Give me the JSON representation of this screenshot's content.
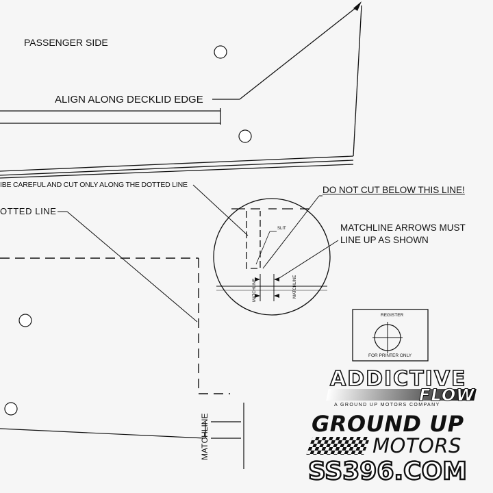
{
  "labels": {
    "passenger_side": "PASSENGER SIDE",
    "align_edge": "ALIGN ALONG DECKLID EDGE",
    "be_careful": "IBE CAREFUL AND CUT ONLY ALONG THE DOTTED LINE",
    "dotted_line": "OTTED LINE",
    "do_not_cut": "DO NOT CUT BELOW THIS LINE!",
    "matchline_arrows_1": "MATCHLINE ARROWS MUST",
    "matchline_arrows_2": "LINE UP AS SHOWN",
    "slit": "SLIT",
    "matchline_small": "MATCHLINE",
    "matchline": "MATCHLINE",
    "register": "REGISTER",
    "for_printer": "FOR PRINTER ONLY"
  },
  "logos": {
    "addictive": "ADDICTIVE",
    "flow": "FLOW",
    "company": "A GROUND UP MOTORS COMPANY",
    "ground_up": "GROUND UP",
    "motors": "MOTORS",
    "ss396": "SS396.COM"
  },
  "colors": {
    "ink": "#111111",
    "paper": "#f6f6f6"
  }
}
